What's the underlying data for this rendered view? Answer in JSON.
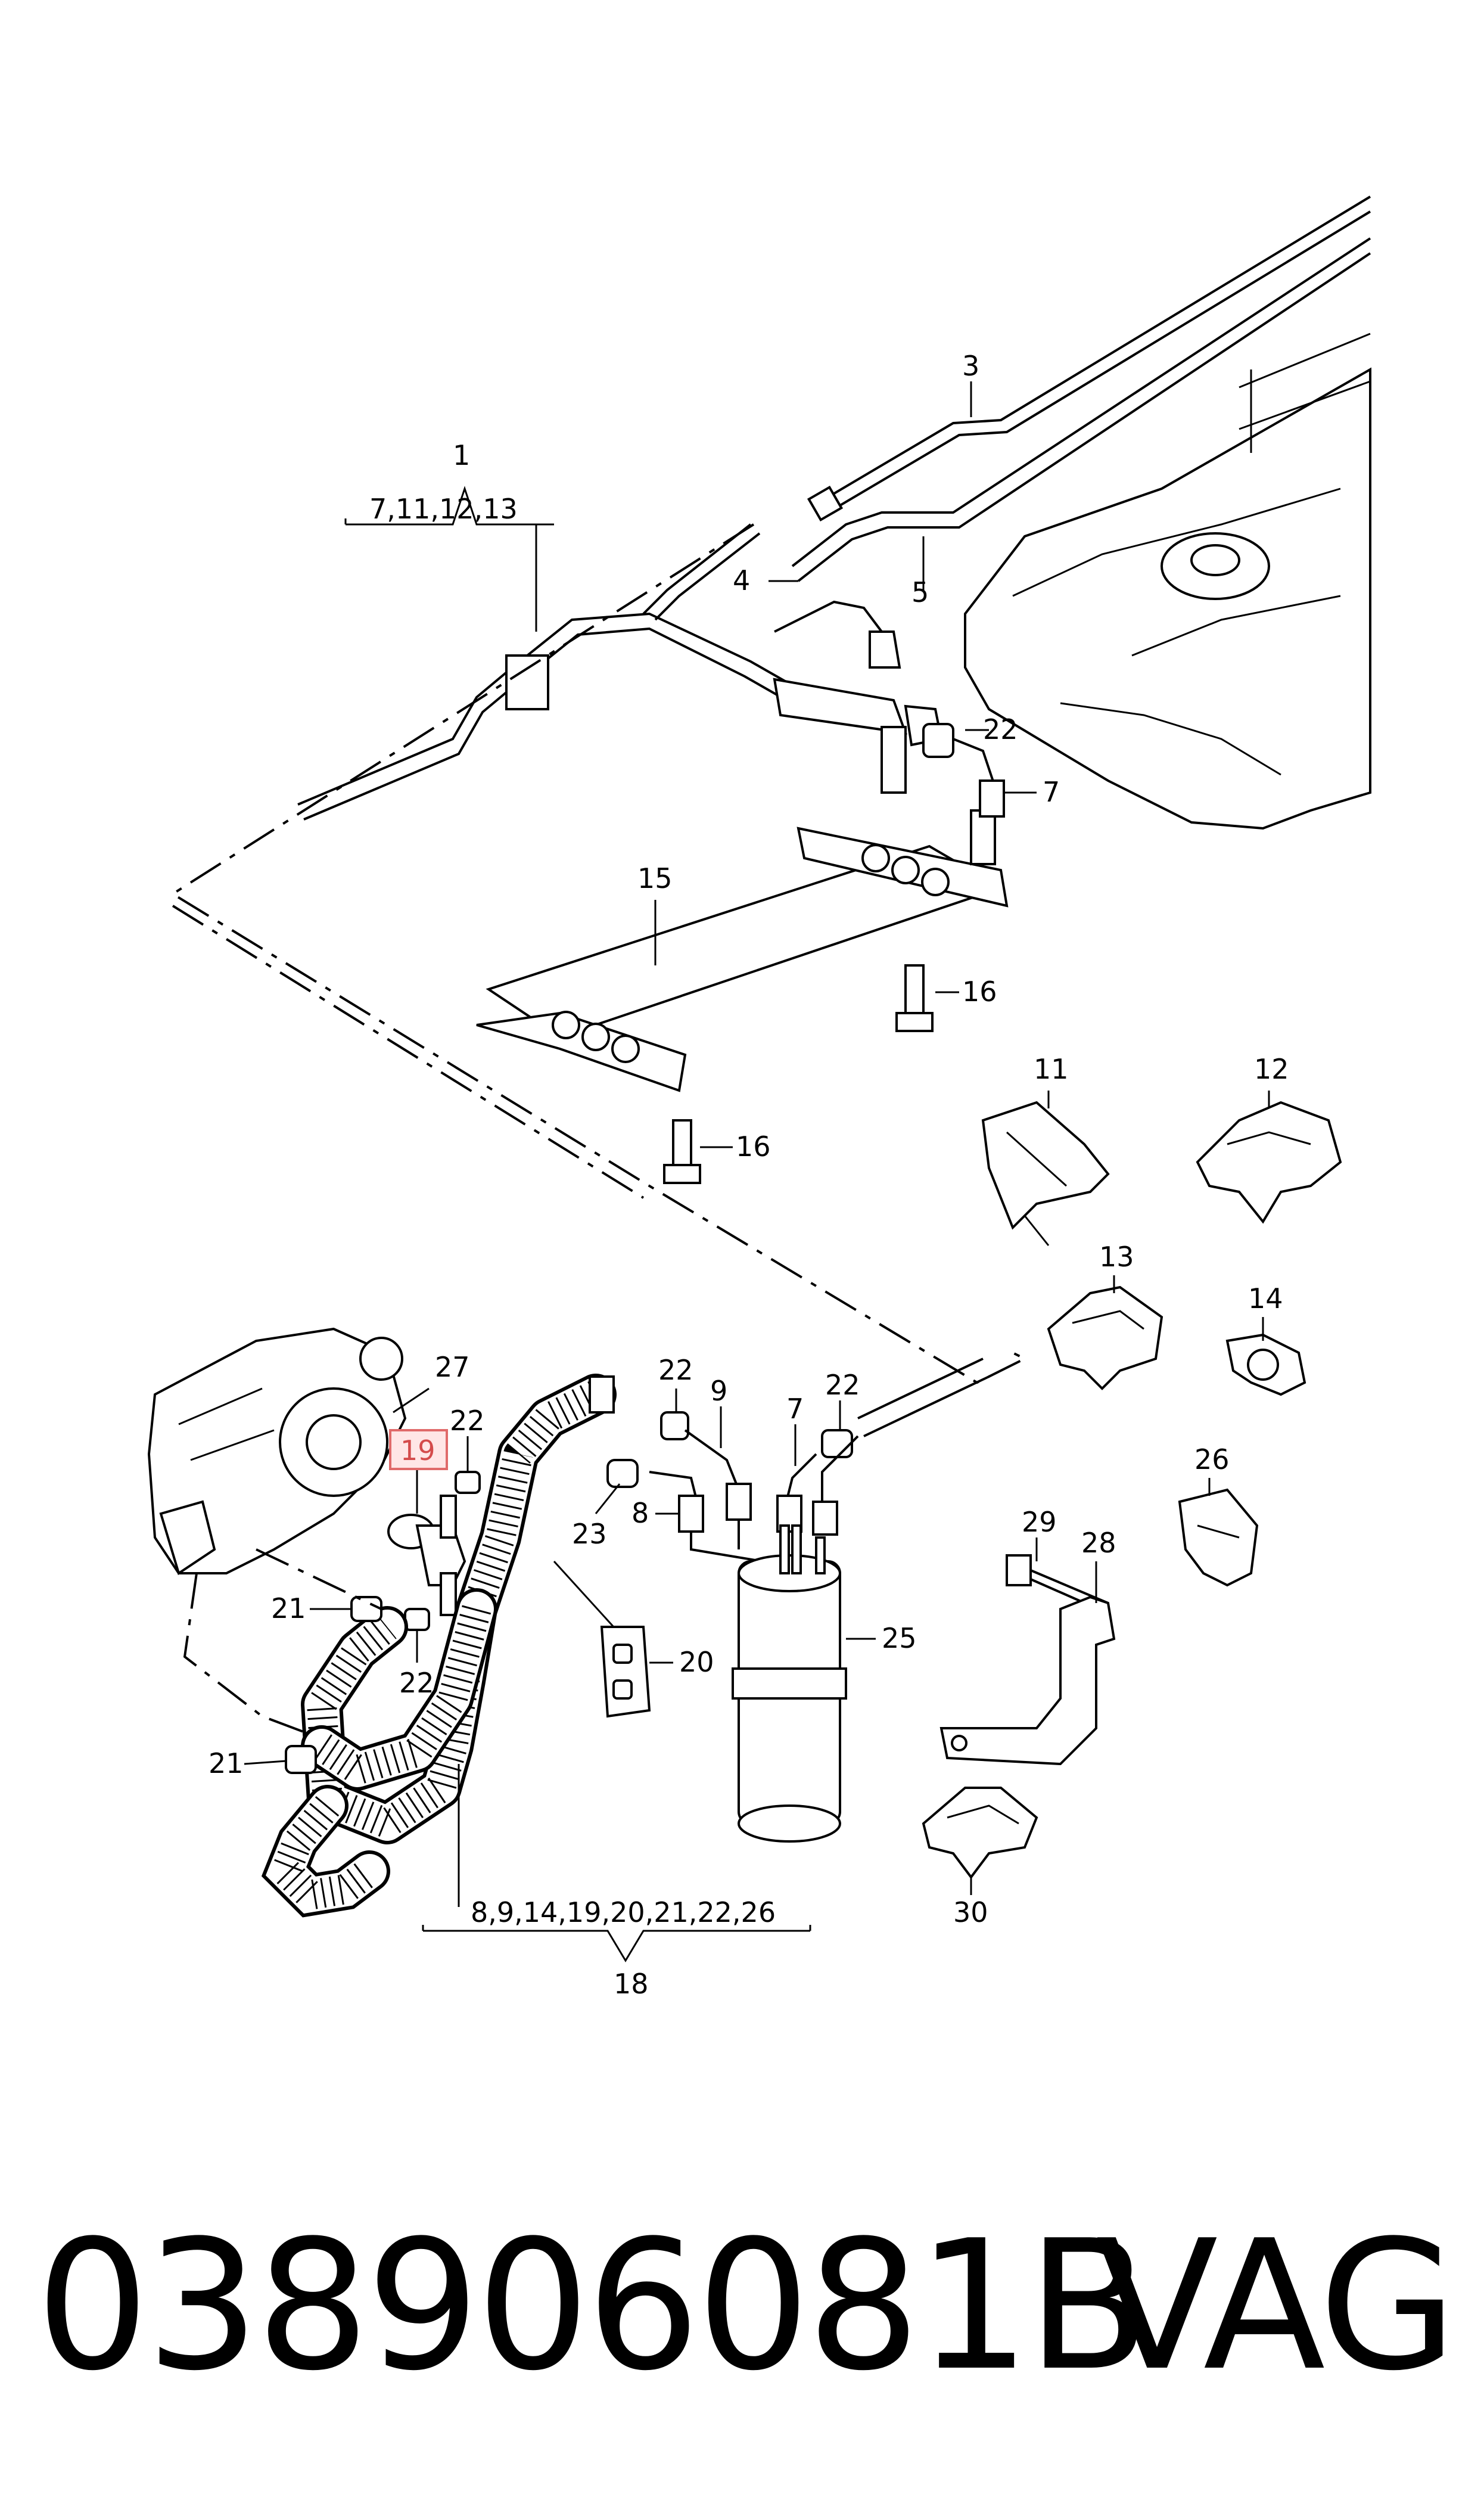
{
  "callouts": {
    "c1": "1",
    "c1_sub": "7,11,12,13",
    "c3": "3",
    "c4": "4",
    "c5": "5",
    "c7a": "7",
    "c22a": "22",
    "c15": "15",
    "c16a": "16",
    "c16b": "16",
    "c11": "11",
    "c12": "12",
    "c13": "13",
    "c14": "14",
    "c26": "26",
    "c27": "27",
    "c19": "19",
    "c22b": "22",
    "c22c": "22",
    "c22d": "22",
    "c22e": "22",
    "c9": "9",
    "c7b": "7",
    "c8": "8",
    "c23": "23",
    "c21a": "21",
    "c21b": "21",
    "c20": "20",
    "c25": "25",
    "c29": "29",
    "c28": "28",
    "c30": "30",
    "c18_sub": "8,9,14,19,20,21,22,26",
    "c18": "18"
  },
  "footer": {
    "part_number": "038906081B",
    "brand": "VAG"
  }
}
